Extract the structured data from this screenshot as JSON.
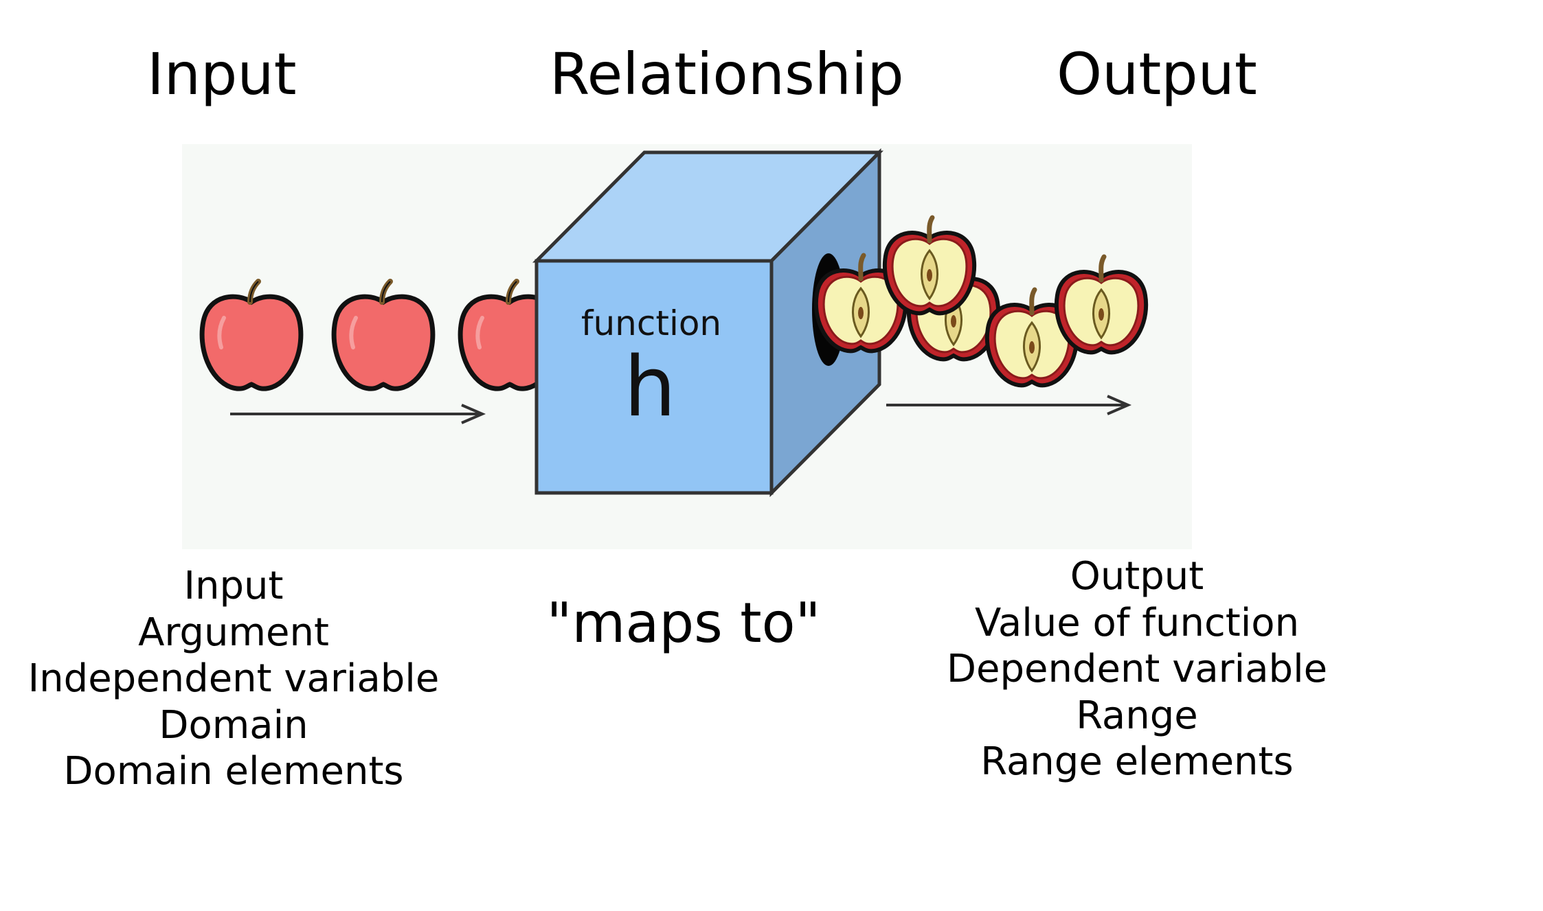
{
  "headings": {
    "input": "Input",
    "relationship": "Relationship",
    "output": "Output"
  },
  "machine": {
    "label": "function",
    "name": "h"
  },
  "input_terms": [
    "Input",
    "Argument",
    "Independent variable",
    "Domain",
    "Domain elements"
  ],
  "relationship_term": "\"maps to\"",
  "output_terms": [
    "Output",
    "Value of function",
    "Dependent variable",
    "Range",
    "Range elements"
  ],
  "icons": {
    "whole_apple": "apple-icon",
    "cut_apple": "apple-half-icon",
    "arrow": "arrow-right-icon",
    "box": "function-box-icon"
  },
  "colors": {
    "apple_red": "#f26a6a",
    "apple_flesh": "#f7f3b5",
    "box_front": "#92c5f5",
    "box_top": "#acd3f7",
    "box_side": "#7ba6d2",
    "panel": "#f6f9f6"
  }
}
